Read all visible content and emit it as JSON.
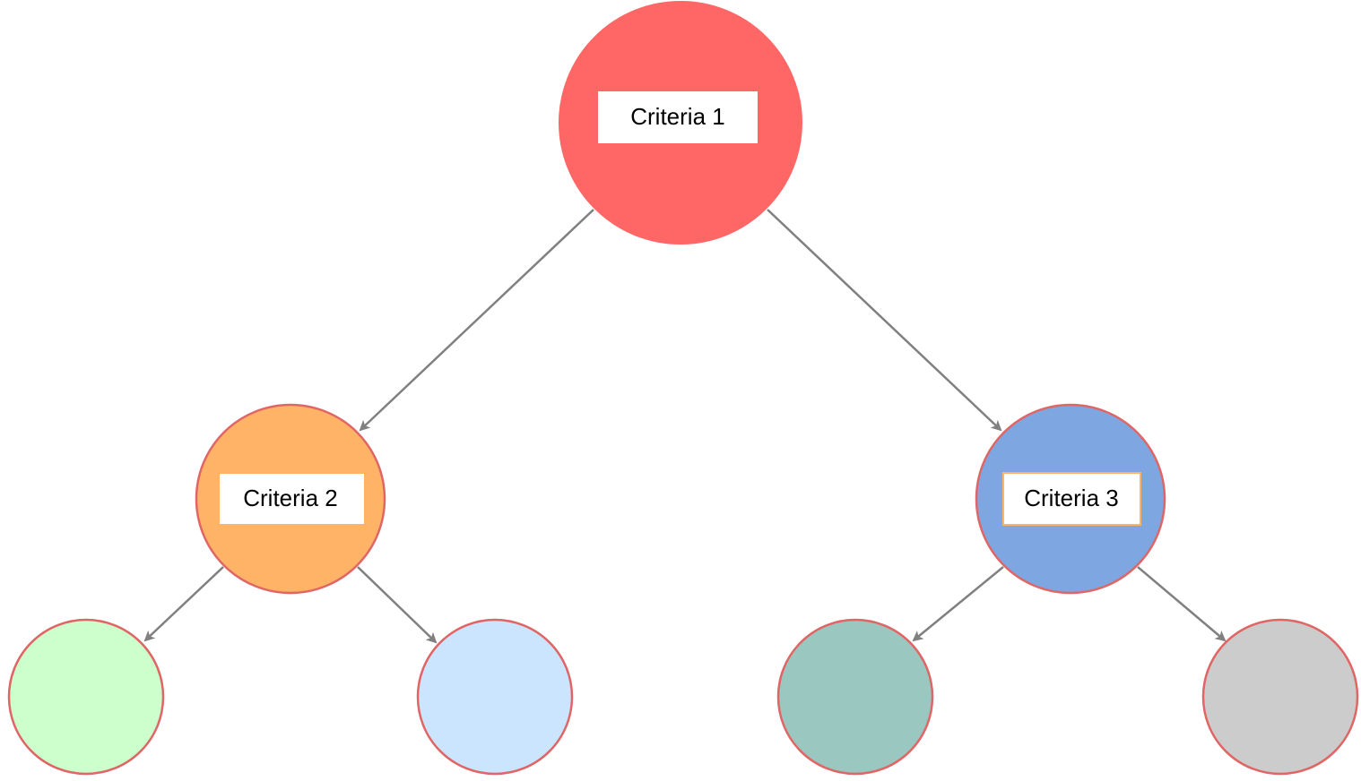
{
  "diagram": {
    "colors": {
      "edge": "#808080",
      "node_stroke": "#e06666",
      "label_box_fill": "#ffffff",
      "label_box_stroke_criteria_3": "#ffb366"
    },
    "nodes": {
      "root": {
        "label": "Criteria 1",
        "fill": "#ff6666"
      },
      "left": {
        "label": "Criteria 2",
        "fill": "#ffb366"
      },
      "right": {
        "label": "Criteria 3",
        "fill": "#7ea6e0"
      },
      "leaf_1": {
        "fill": "#ccffcc"
      },
      "leaf_2": {
        "fill": "#cce5ff"
      },
      "leaf_3": {
        "fill": "#9ac7bf"
      },
      "leaf_4": {
        "fill": "#cccccc"
      }
    }
  }
}
